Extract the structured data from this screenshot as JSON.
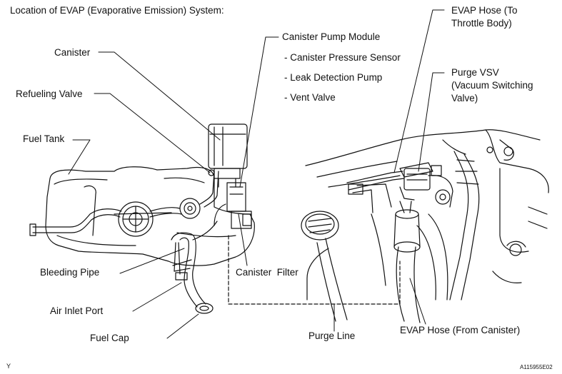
{
  "title": "Location of EVAP (Evaporative Emission) System:",
  "labels": {
    "canister_pump_module": "Canister Pump Module",
    "canister_pressure_sensor": "- Canister Pressure Sensor",
    "leak_detection_pump": "- Leak Detection Pump",
    "vent_valve": "- Vent Valve",
    "canister": "Canister",
    "refueling_valve": "Refueling Valve",
    "fuel_tank": "Fuel Tank",
    "evap_hose_throttle_line1": "EVAP Hose (To",
    "evap_hose_throttle_line2": "Throttle Body)",
    "purge_vsv_line1": "Purge VSV",
    "purge_vsv_line2": "(Vacuum Switching",
    "purge_vsv_line3": "Valve)",
    "bleeding_pipe": "Bleeding Pipe",
    "canister_filter": "Canister  Filter",
    "air_inlet_port": "Air Inlet Port",
    "fuel_cap": "Fuel Cap",
    "purge_line": "Purge Line",
    "evap_hose_canister": "EVAP Hose (From Canister)"
  },
  "corner_marks": {
    "left": "Y",
    "right": "A115955E02"
  }
}
